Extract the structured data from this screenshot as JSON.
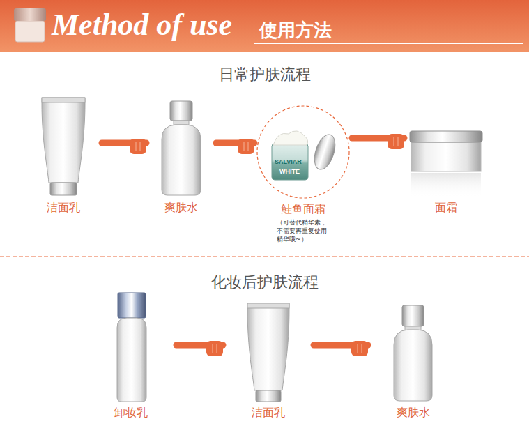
{
  "diagram": {
    "title": "Method of use",
    "nodes": [
      {
        "text": [
          "洁面乳"
        ]
      },
      {
        "text": [
          "爽肤水"
        ]
      },
      {
        "text": [
          "鲑鱼面霜",
          "（可替代精华素，不需要再重复使用精华哦~）"
        ]
      },
      {
        "text": [
          "面霜"
        ]
      },
      {
        "text": [
          "卸妆乳"
        ]
      },
      {
        "text": [
          "洁面乳"
        ]
      },
      {
        "text": [
          "爽肤水"
        ]
      }
    ],
    "edges": [
      {
        "from": 1,
        "to": 0,
        "arrow": "to"
      },
      {
        "from": 2,
        "to": 1,
        "arrow": "to"
      },
      {
        "from": 3,
        "to": 2,
        "arrow": "to"
      },
      {
        "from": 5,
        "to": 4,
        "arrow": "to"
      },
      {
        "from": 6,
        "to": 5,
        "arrow": "to"
      }
    ],
    "labels": [
      "使用方法",
      "日常护肤流程",
      "SALVIAR",
      "WHITE",
      "化妆后护肤流程"
    ]
  }
}
